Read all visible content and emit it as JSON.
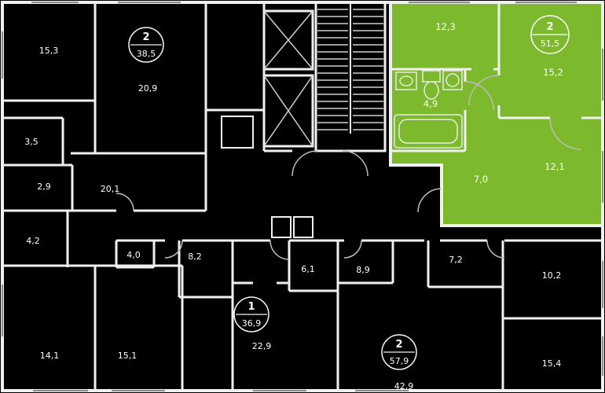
{
  "meta": {
    "title": "Residential floor plan",
    "background_color": "#000000",
    "wall_color": "#f0f0f0",
    "highlight_color": "#7cb92c",
    "text_color": "#ffffff"
  },
  "badges": [
    {
      "name": "unit-top-left",
      "type": "2",
      "total": "38,5"
    },
    {
      "name": "unit-bottom-center",
      "type": "1",
      "total": "36,9"
    },
    {
      "name": "unit-bottom-right",
      "type": "2",
      "total": "57,9"
    },
    {
      "name": "unit-highlighted",
      "type": "2",
      "total": "51,5"
    }
  ],
  "areas": [
    {
      "value": "15,3"
    },
    {
      "value": "20,9"
    },
    {
      "value": "3,5"
    },
    {
      "value": "2,9"
    },
    {
      "value": "4,2"
    },
    {
      "value": "20,1"
    },
    {
      "value": "4,0"
    },
    {
      "value": "8,2"
    },
    {
      "value": "14,1"
    },
    {
      "value": "15,1"
    },
    {
      "value": "22,9"
    },
    {
      "value": "6,1"
    },
    {
      "value": "8,9"
    },
    {
      "value": "7,2"
    },
    {
      "value": "10,2"
    },
    {
      "value": "15,4"
    },
    {
      "value": "12,3"
    },
    {
      "value": "4,9"
    },
    {
      "value": "7,0"
    },
    {
      "value": "12,1"
    },
    {
      "value": "15,2"
    },
    {
      "value": "42,9"
    }
  ]
}
